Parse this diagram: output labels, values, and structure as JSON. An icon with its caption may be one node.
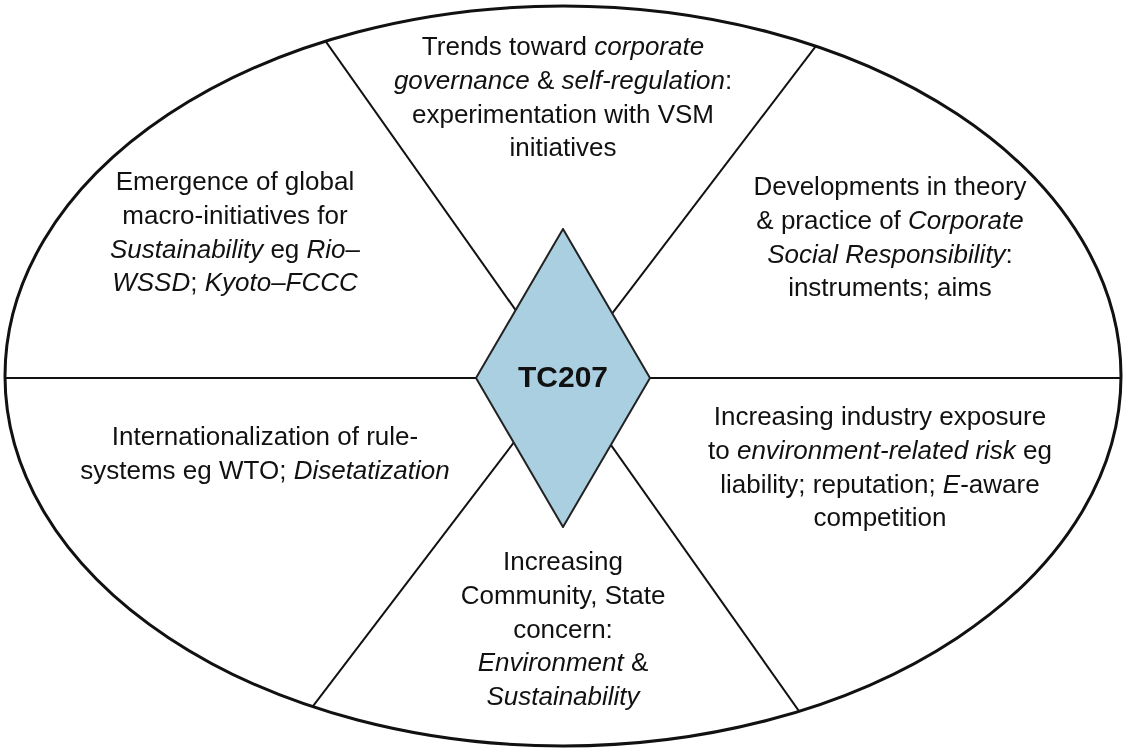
{
  "diagram": {
    "nodes": [
      {
        "text": [
          "Emergence of global macro-initiatives for *Sustainability* eg *Rio–WSSD*; *Kyoto–FCCC*"
        ]
      },
      {
        "text": [
          "Trends toward *corporate governance* & *self-regulation*: experimentation with VSM initiatives"
        ]
      },
      {
        "text": [
          "Developments in theory & practice of *Corporate Social Responsibility*: instruments; aims"
        ]
      },
      {
        "text": [
          "TC207"
        ]
      },
      {
        "text": [
          "Internationalization of rule-systems eg WTO; *Disetatization*"
        ]
      },
      {
        "text": [
          "Increasing industry exposure to *environment-related risk* eg liability; reputation; *E*-aware competition"
        ]
      },
      {
        "text": [
          "Increasing Community, State concern: *Environment* & *Sustainability*"
        ]
      }
    ]
  }
}
